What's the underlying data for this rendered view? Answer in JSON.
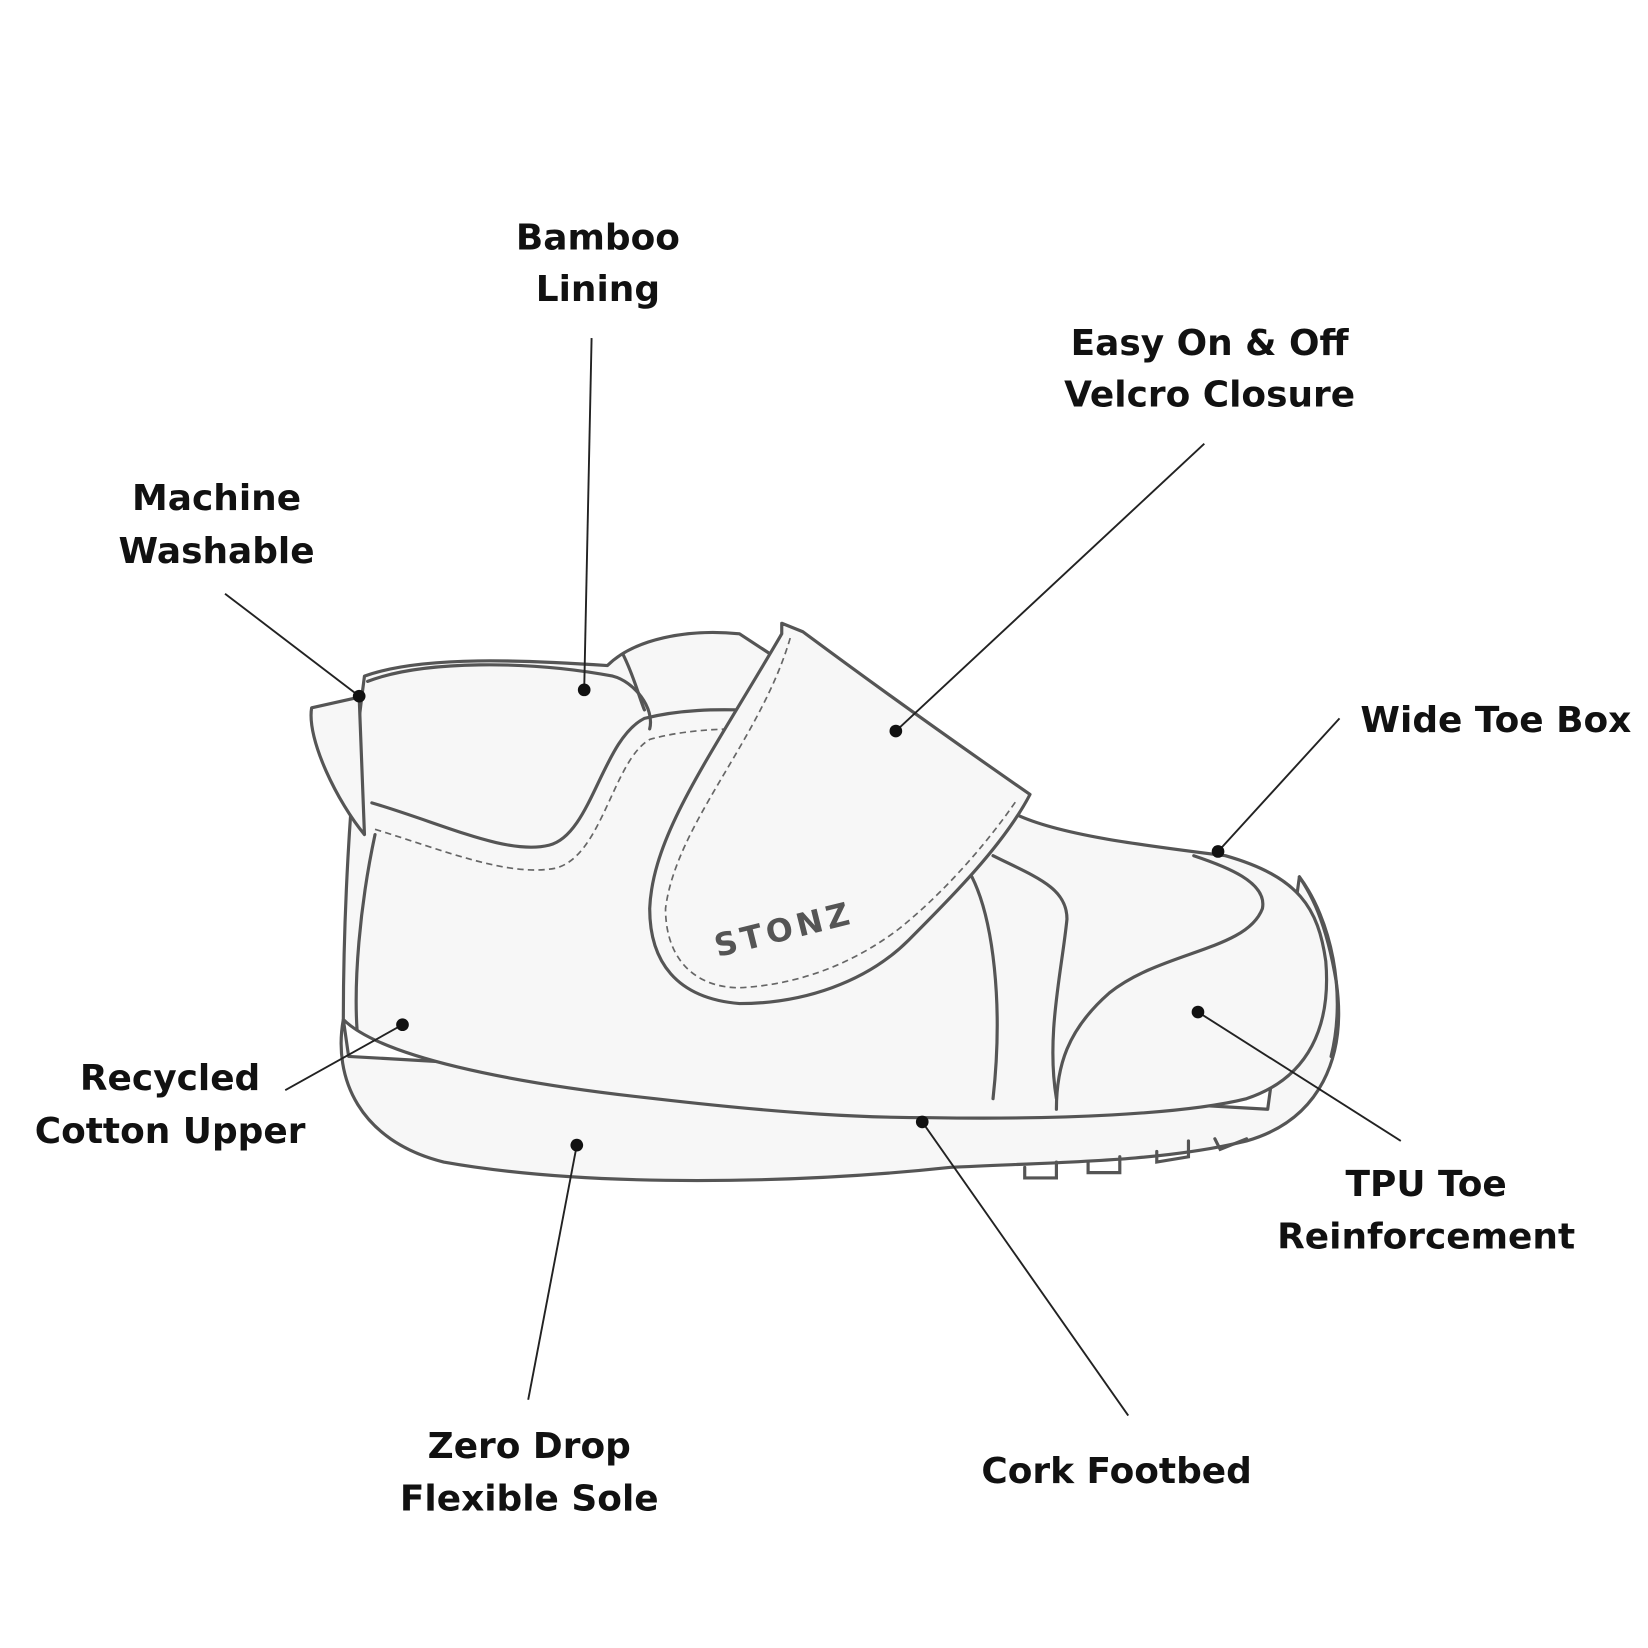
{
  "brand_logo": "STONZ",
  "labels": {
    "bamboo_1": "Bamboo",
    "bamboo_2": "Lining",
    "easy_1": "Easy On & Off",
    "easy_2": "Velcro Closure",
    "machine_1": "Machine",
    "machine_2": "Washable",
    "wide_toe": "Wide Toe Box",
    "recycled_1": "Recycled",
    "recycled_2": "Cotton Upper",
    "tpu_1": "TPU Toe",
    "tpu_2": "Reinforcement",
    "zero_1": "Zero Drop",
    "zero_2": "Flexible Sole",
    "cork": "Cork Footbed"
  }
}
